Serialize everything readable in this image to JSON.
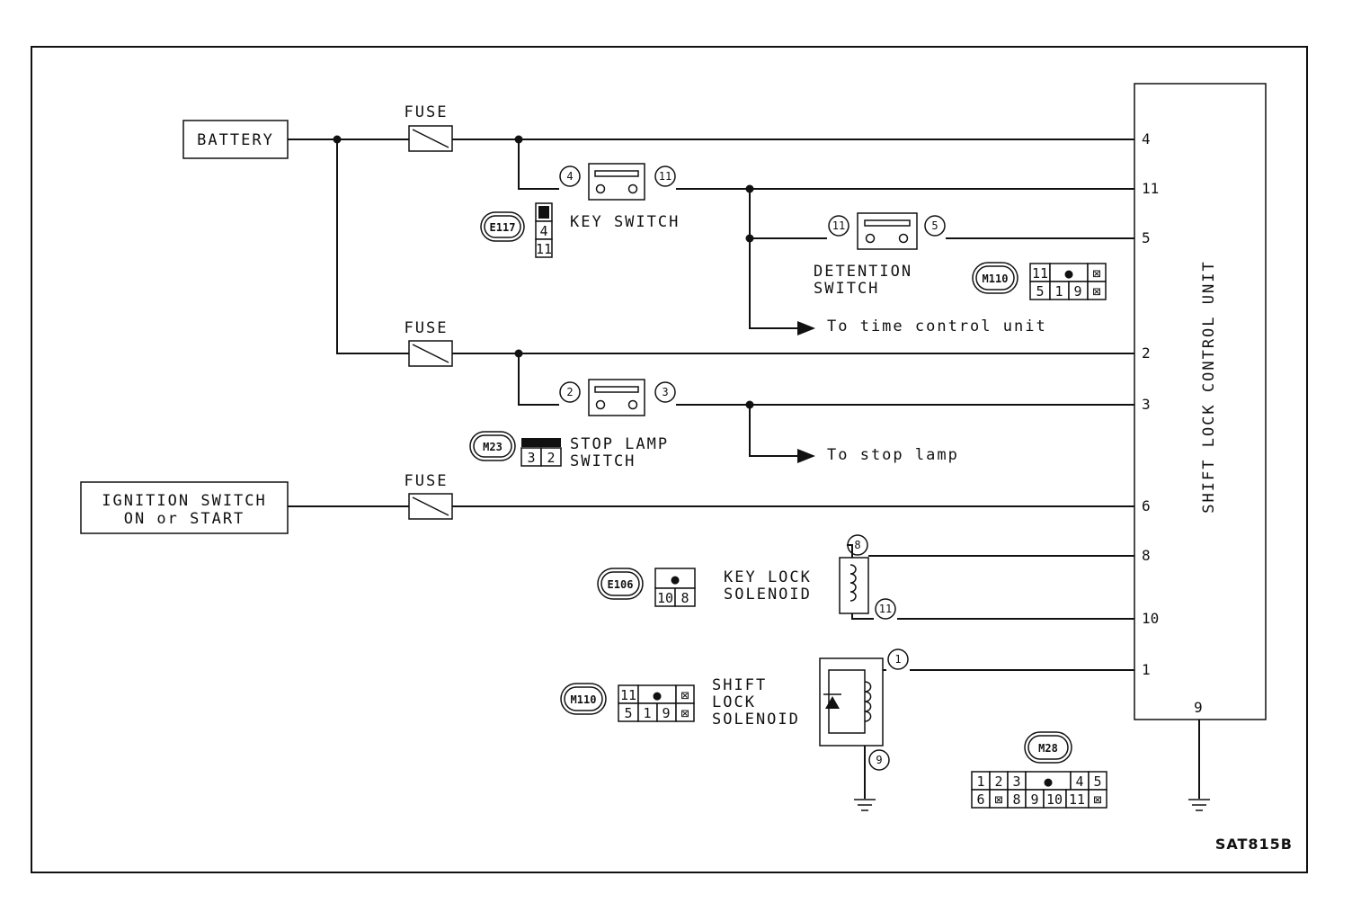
{
  "labels": {
    "battery": "BATTERY",
    "fuse_1": "FUSE",
    "fuse_2": "FUSE",
    "fuse_3": "FUSE",
    "ignition_line1": "IGNITION SWITCH",
    "ignition_line2": "ON or START",
    "key_switch": "KEY SWITCH",
    "detention_line1": "DETENTION",
    "detention_line2": "SWITCH",
    "to_time_control": "To time control unit",
    "stop_lamp_line1": "STOP LAMP",
    "stop_lamp_line2": "SWITCH",
    "to_stop_lamp": "To stop lamp",
    "key_lock_line1": "KEY LOCK",
    "key_lock_line2": "SOLENOID",
    "shift_lock_line1": "SHIFT",
    "shift_lock_line2": "LOCK",
    "shift_lock_line3": "SOLENOID",
    "control_unit": "SHIFT LOCK CONTROL UNIT",
    "figure_code": "SAT815B"
  },
  "control_unit_pins": {
    "p4": "4",
    "p11": "11",
    "p5": "5",
    "p2": "2",
    "p3": "3",
    "p6": "6",
    "p8": "8",
    "p10": "10",
    "p1": "1",
    "p9": "9"
  },
  "terminal_circles": {
    "key_sw_in": "4",
    "key_sw_out": "11",
    "det_sw_in": "11",
    "det_sw_out": "5",
    "stop_sw_in": "2",
    "stop_sw_out": "3",
    "key_lock_top": "8",
    "key_lock_bottom": "11",
    "shift_lock_top": "1",
    "shift_lock_bottom": "9"
  },
  "connectors": {
    "e117": {
      "id": "E117",
      "cells": [
        "4",
        "11"
      ]
    },
    "m110_a": {
      "id": "M110",
      "row1": [
        "11",
        "●",
        "⊠"
      ],
      "row2": [
        "5",
        "1",
        "9",
        "⊠"
      ]
    },
    "m23": {
      "id": "M23",
      "cells": [
        "3",
        "2"
      ]
    },
    "e106": {
      "id": "E106",
      "top": "●",
      "cells": [
        "10",
        "8"
      ]
    },
    "m110_b": {
      "id": "M110",
      "row1": [
        "11",
        "●",
        "⊠"
      ],
      "row2": [
        "5",
        "1",
        "9",
        "⊠"
      ]
    },
    "m28": {
      "id": "M28",
      "row1": [
        "1",
        "2",
        "3",
        "●",
        "4",
        "5"
      ],
      "row2": [
        "6",
        "⊠",
        "8",
        "9",
        "10",
        "11",
        "⊠"
      ]
    }
  }
}
